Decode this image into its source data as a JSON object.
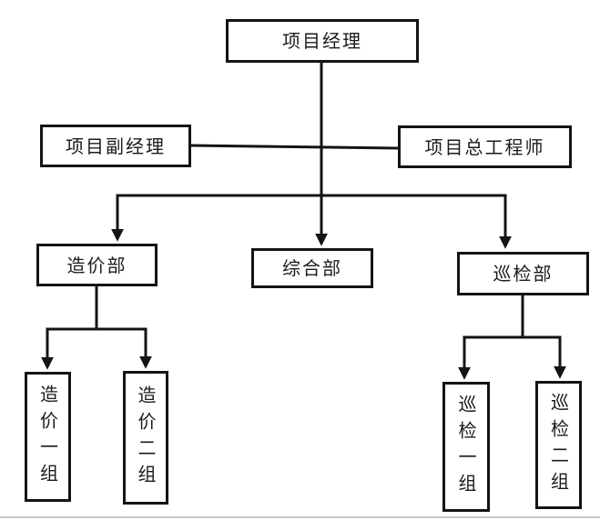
{
  "diagram": {
    "type": "org-chart",
    "background_color": "#ffffff",
    "line_color": "#141414",
    "box_border_color": "#141414",
    "nodes": {
      "project_manager": {
        "label": "项目经理",
        "level": 1,
        "text_orientation": "horizontal"
      },
      "deputy_project_manager": {
        "label": "项目副经理",
        "level": 2,
        "text_orientation": "horizontal"
      },
      "chief_engineer": {
        "label": "项目总工程师",
        "level": 2,
        "text_orientation": "horizontal"
      },
      "cost_department": {
        "label": "造价部",
        "level": 3,
        "text_orientation": "horizontal"
      },
      "general_department": {
        "label": "综合部",
        "level": 3,
        "text_orientation": "horizontal"
      },
      "inspection_department": {
        "label": "巡检部",
        "level": 3,
        "text_orientation": "horizontal"
      },
      "cost_group_1": {
        "label": "造价一组",
        "level": 4,
        "text_orientation": "vertical"
      },
      "cost_group_2": {
        "label": "造价二组",
        "level": 4,
        "text_orientation": "vertical"
      },
      "inspection_group_1": {
        "label": "巡检一组",
        "level": 4,
        "text_orientation": "vertical"
      },
      "inspection_group_2": {
        "label": "巡检二组",
        "level": 4,
        "text_orientation": "vertical"
      }
    },
    "edges": [
      {
        "from": "project_manager",
        "to": "deputy_project_manager",
        "style": "plain-line"
      },
      {
        "from": "project_manager",
        "to": "chief_engineer",
        "style": "plain-line"
      },
      {
        "from": "project_manager",
        "to": "cost_department",
        "style": "arrow"
      },
      {
        "from": "project_manager",
        "to": "general_department",
        "style": "arrow"
      },
      {
        "from": "project_manager",
        "to": "inspection_department",
        "style": "arrow"
      },
      {
        "from": "cost_department",
        "to": "cost_group_1",
        "style": "arrow"
      },
      {
        "from": "cost_department",
        "to": "cost_group_2",
        "style": "arrow"
      },
      {
        "from": "inspection_department",
        "to": "inspection_group_1",
        "style": "arrow"
      },
      {
        "from": "inspection_department",
        "to": "inspection_group_2",
        "style": "arrow"
      }
    ]
  }
}
